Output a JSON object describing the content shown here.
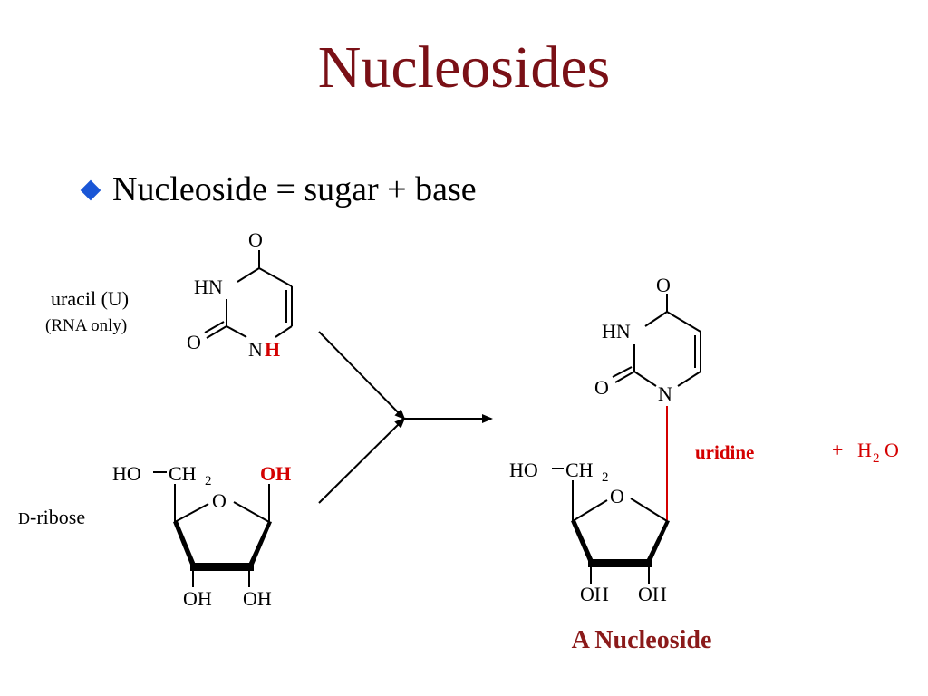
{
  "slide": {
    "title": "Nucleosides",
    "bullet": "Nucleoside = sugar + base"
  },
  "labels": {
    "uracil_name": "uracil (U)",
    "uracil_note": "(RNA only)",
    "ribose_prefix": "D",
    "ribose_name": "-ribose",
    "uridine": "uridine",
    "water_plus": "+",
    "water_h": "H",
    "water_sub": "2",
    "water_o": "O",
    "caption": "A Nucleoside"
  },
  "atoms": {
    "O": "O",
    "HN": "HN",
    "N": "N",
    "H": "H",
    "OH": "OH",
    "HO": "HO",
    "CH": "CH",
    "sub2": "2"
  },
  "colors": {
    "title": "#7a1016",
    "highlight": "#d40000",
    "bullet": "#1a56d6",
    "caption": "#8b1a1a"
  }
}
